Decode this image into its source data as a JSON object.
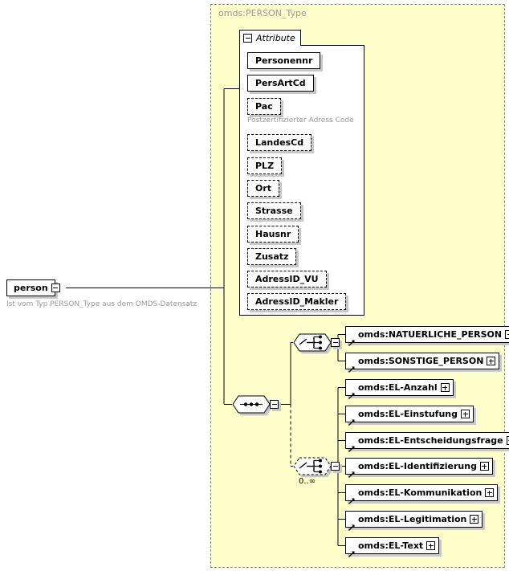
{
  "diagram": {
    "title": "omds:PERSON_Type",
    "root_element": {
      "label": "person",
      "annotation": "Ist vom Typ PERSON_Type aus dem OMDS-Datensatz",
      "toggle": "minus"
    },
    "attribute_section": {
      "tab_label": "Attribute",
      "toggle": "minus",
      "attributes": [
        {
          "label": "Personennr",
          "required": true,
          "annotation": ""
        },
        {
          "label": "PersArtCd",
          "required": true,
          "annotation": ""
        },
        {
          "label": "Pac",
          "required": false,
          "annotation": "Postzertifizierter Adress Code"
        },
        {
          "label": "LandesCd",
          "required": false,
          "annotation": ""
        },
        {
          "label": "PLZ",
          "required": false,
          "annotation": ""
        },
        {
          "label": "Ort",
          "required": false,
          "annotation": ""
        },
        {
          "label": "Strasse",
          "required": false,
          "annotation": ""
        },
        {
          "label": "Hausnr",
          "required": false,
          "annotation": ""
        },
        {
          "label": "Zusatz",
          "required": false,
          "annotation": ""
        },
        {
          "label": "AdressID_VU",
          "required": false,
          "annotation": ""
        },
        {
          "label": "AdressID_Makler",
          "required": false,
          "annotation": ""
        }
      ]
    },
    "compositors": [
      {
        "id": "sequence-root",
        "kind": "sequence",
        "toggle": "minus",
        "optional": false,
        "cardinality": ""
      },
      {
        "id": "choice-person",
        "kind": "choice",
        "toggle": "plus",
        "optional": false,
        "cardinality": ""
      },
      {
        "id": "choice-el",
        "kind": "choice",
        "toggle": "minus",
        "optional": true,
        "cardinality": "0..∞"
      }
    ],
    "choice_person_elements": [
      {
        "label": "omds:NATUERLICHE_PERSON",
        "toggle": "plus"
      },
      {
        "label": "omds:SONSTIGE_PERSON",
        "toggle": "plus"
      }
    ],
    "choice_el_elements": [
      {
        "label": "omds:EL-Anzahl",
        "toggle": "plus"
      },
      {
        "label": "omds:EL-Einstufung",
        "toggle": "plus"
      },
      {
        "label": "omds:EL-Entscheidungsfrage",
        "toggle": "plus"
      },
      {
        "label": "omds:EL-Identifizierung",
        "toggle": "plus"
      },
      {
        "label": "omds:EL-Kommunikation",
        "toggle": "plus"
      },
      {
        "label": "omds:EL-Legitimation",
        "toggle": "plus"
      },
      {
        "label": "omds:EL-Text",
        "toggle": "plus"
      }
    ],
    "colors": {
      "container_fill": "#ffffcc",
      "container_border": "#888888",
      "box_fill": "#ffffff",
      "box_border": "#000000",
      "shadow": "#c8c8c8",
      "title_text": "#999999",
      "annotation_text": "#999999",
      "label_text": "#000000"
    }
  }
}
